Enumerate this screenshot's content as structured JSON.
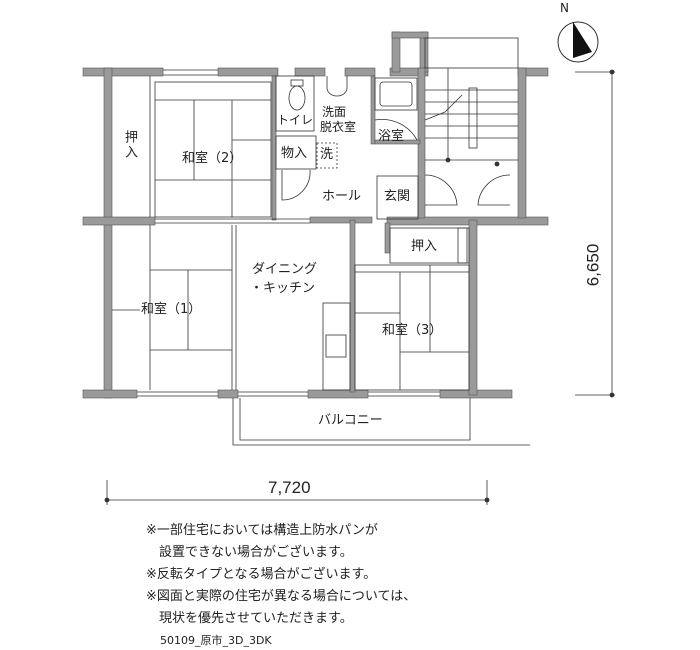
{
  "rooms": {
    "oshiire_left": "押入",
    "washitsu2": "和室（2）",
    "toilet": "トイレ",
    "senmen": "洗面",
    "datsuishitsu": "脱衣室",
    "monoire": "物入",
    "sentaku": "洗",
    "yokushitsu": "浴室",
    "hall": "ホール",
    "genkan": "玄関",
    "oshiire_right": "押入",
    "dining1": "ダイニング",
    "dining2": "・キッチン",
    "washitsu1": "和室（1）",
    "washitsu3": "和室（3）",
    "balcony": "バルコニー"
  },
  "dimensions": {
    "width": "7,720",
    "depth": "6,650"
  },
  "compass": "N",
  "notes": [
    "※一部住宅においては構造上防水パンが",
    "　設置できない場合がございます。",
    "※反転タイプとなる場合がございます。",
    "※図面と実際の住宅が異なる場合については、",
    "　現状を優先させていただきます。"
  ],
  "plan_code": "50109_原市_3D_3DK",
  "colors": {
    "wall": "#999999",
    "line": "#333333"
  }
}
